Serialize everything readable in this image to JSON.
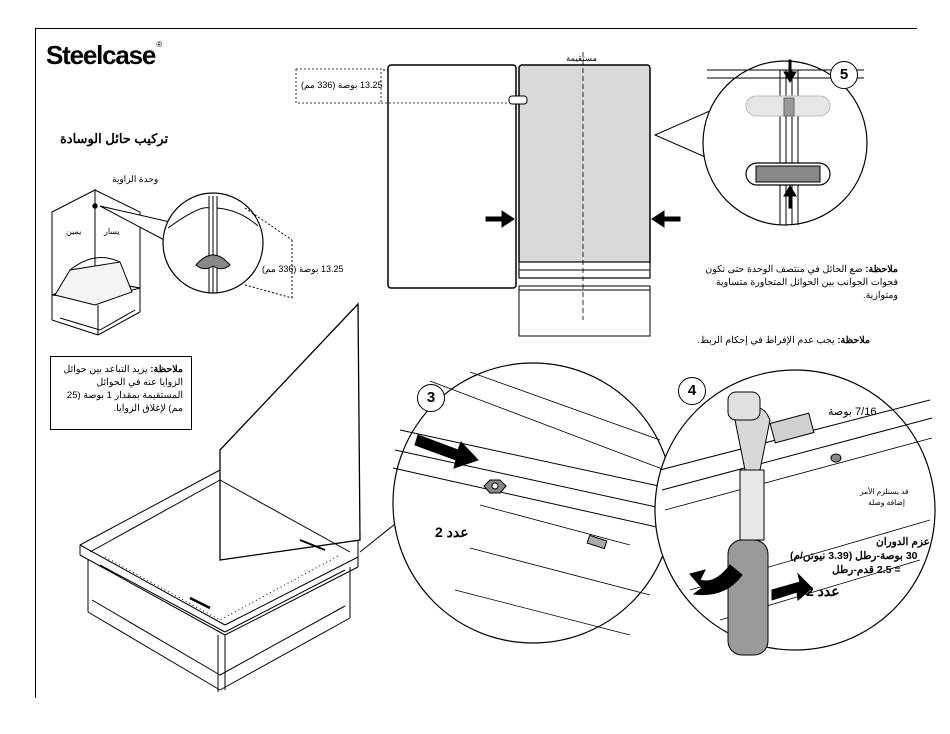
{
  "brand": {
    "logo_text": "Steelcase",
    "reg_mark": "®"
  },
  "section": {
    "title": "تركيب حائل الوسادة"
  },
  "corner_unit": {
    "title": "وحدة الزاوية",
    "left_label": "يسار",
    "right_label": "يمين",
    "dimension": "13.25 بوصة (336 مم)"
  },
  "elevation": {
    "plumb_label": "مستقيمة",
    "dimension": "13.25 بوصة (336 مم)"
  },
  "steps": [
    "3",
    "4",
    "5"
  ],
  "notes": {
    "spacing_note_label": "ملاحظة:",
    "spacing_note_text": "يزيد التباعد بين حوائل الزوايا عنه في الحوائل المستقيمة بمقدار 1 بوصة (25 مم) لإغلاق الزوايا.",
    "center_note_label": "ملاحظة:",
    "center_note_text": "ضع الحائل في منتصف الوحدة حتى تكون فجوات الجوانب بين الحوائل المتجاورة متساوية ومتوازية.",
    "torque_note_label": "ملاحظة:",
    "torque_note_text": "يجب عدم الإفراط في إحكام الربط."
  },
  "step3": {
    "quantity": "عدد 2"
  },
  "step4": {
    "socket_size": "7/16 بوصة",
    "extension_note_line1": "قد يستلزم الأمر",
    "extension_note_line2": "إضافة وصلة",
    "torque_title": "عزم الدوران",
    "torque_line1": "30 بوصة-رطل (3.39 نيوتن/م)",
    "torque_line2": "= 2.5 قدم-رطل",
    "quantity": "عدد 2"
  }
}
